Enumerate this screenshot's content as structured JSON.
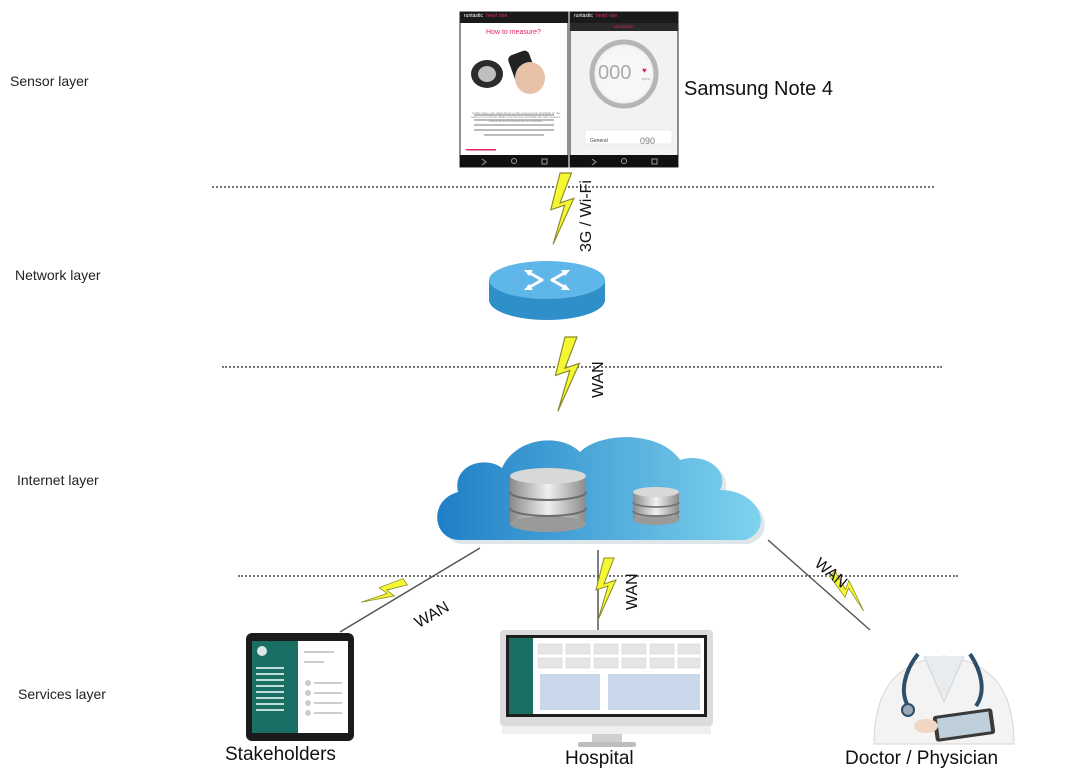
{
  "layers": {
    "sensor": "Sensor layer",
    "network": "Network layer",
    "internet": "Internet layer",
    "services": "Services layer"
  },
  "sensor_device": {
    "name": "Samsung Note 4",
    "left_screen": {
      "app_name": "runtastic",
      "app_sub": "heart rate",
      "title": "How to measure?",
      "instructions": "Lightly place your index finger on the camera lens and flash on the back of your phone. Make sure the lens and flash are fully covered. Hold until the measurement is complete."
    },
    "right_screen": {
      "app_name": "runtastic",
      "app_sub": "heart rate",
      "tab": "MEASURE",
      "reading": "000",
      "reading_unit": "bpm",
      "profile_label": "General",
      "profile_value": "090"
    }
  },
  "links": {
    "sensor_to_network": "3G / Wi-Fi",
    "network_to_internet": "WAN",
    "internet_to_stakeholders": "WAN",
    "internet_to_hospital": "WAN",
    "internet_to_doctor": "WAN"
  },
  "services": {
    "stakeholders": "Stakeholders",
    "hospital": "Hospital",
    "doctor": "Doctor / Physician"
  },
  "colors": {
    "lightning_fill": "#f4f732",
    "lightning_stroke": "#8a8a2a",
    "router_top": "#5fb6e8",
    "router_side": "#2f8fc9",
    "cloud_dark": "#1f7fc6",
    "cloud_light": "#7fd3ee",
    "accent_pink": "#e2246b"
  }
}
